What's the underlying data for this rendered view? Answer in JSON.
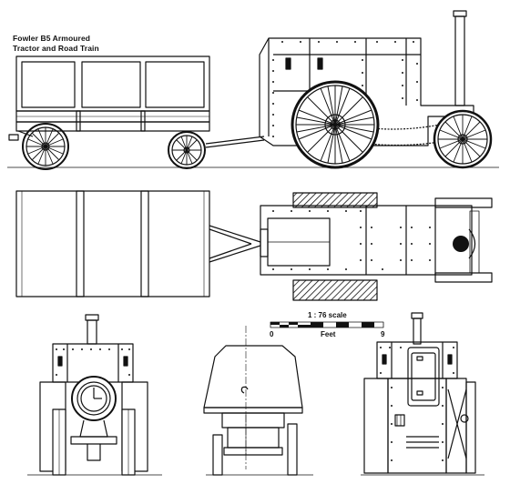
{
  "title": {
    "line1": "Fowler  B5  Armoured",
    "line2": "Tractor and Road Train"
  },
  "scale": {
    "ratio": "1 : 76 scale",
    "start": "0",
    "unit": "Feet",
    "end": "9"
  },
  "colors": {
    "ink": "#111111",
    "paper": "#ffffff"
  }
}
